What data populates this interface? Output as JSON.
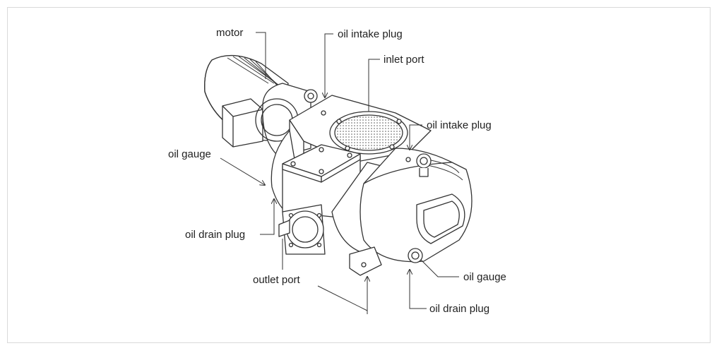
{
  "labels": {
    "motor": "motor",
    "oil_intake_plug_top": "oil intake plug",
    "inlet_port": "inlet port",
    "oil_intake_plug_right": "oil intake plug",
    "oil_gauge_left": "oil gauge",
    "oil_drain_plug_left": "oil drain plug",
    "outlet_port": "outlet port",
    "oil_gauge_right": "oil gauge",
    "oil_drain_plug_bottom": "oil drain plug"
  }
}
